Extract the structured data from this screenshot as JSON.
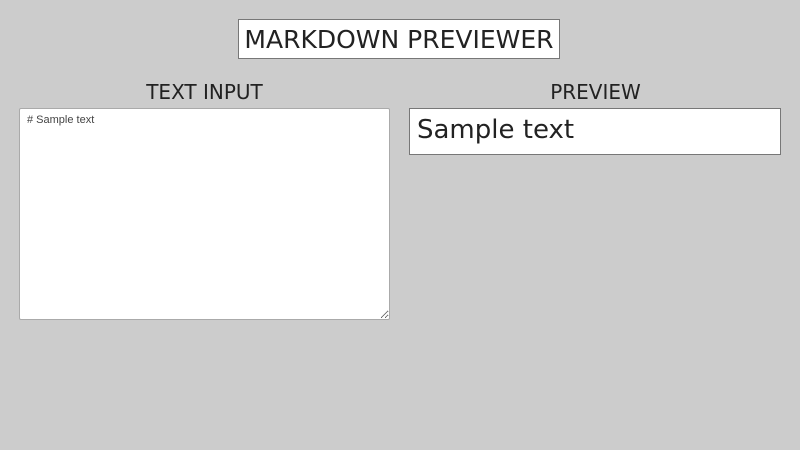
{
  "header": {
    "title": "MARKDOWN PREVIEWER"
  },
  "editor": {
    "heading": "TEXT INPUT",
    "value": "# Sample text"
  },
  "preview": {
    "heading": "PREVIEW",
    "rendered_h1": "Sample text"
  },
  "colors": {
    "background": "#cccccc",
    "panel": "#ffffff",
    "border": "#777777",
    "text": "#222222"
  }
}
